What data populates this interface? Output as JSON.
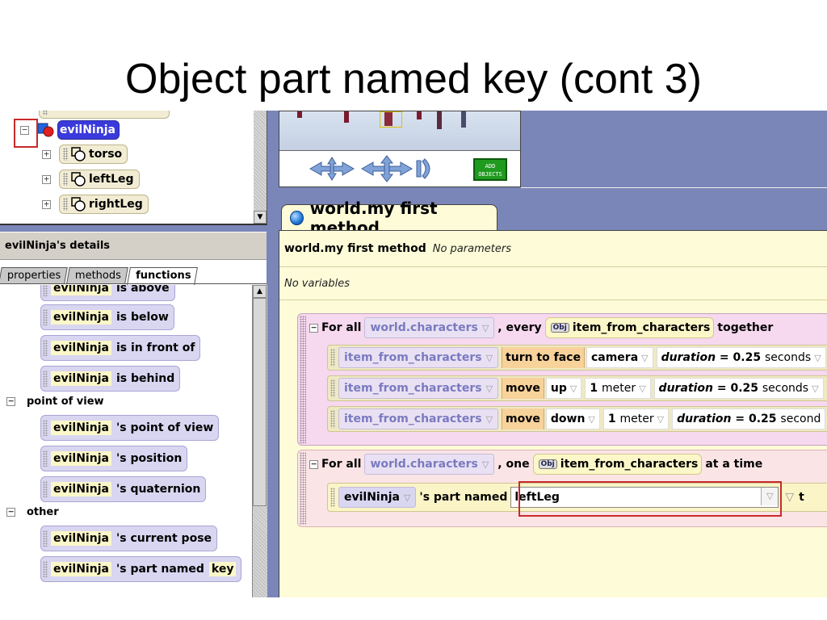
{
  "slide": {
    "title": "Object part named key (cont 3)"
  },
  "object_tree": {
    "items": [
      {
        "label": "evilNinja",
        "selected": true,
        "expander": "−"
      },
      {
        "label": "torso",
        "expander": "+"
      },
      {
        "label": "leftLeg",
        "expander": "+"
      },
      {
        "label": "rightLeg",
        "expander": "+"
      }
    ],
    "scroll_down": "▼"
  },
  "world_view": {
    "add_objects": "ADD OBJECTS"
  },
  "details": {
    "header": "evilNinja's details",
    "tabs": [
      {
        "label": "properties"
      },
      {
        "label": "methods"
      },
      {
        "label": "functions"
      }
    ],
    "active_tab": "functions",
    "scroll_up": "▲",
    "functions": [
      {
        "obj": "evilNinja",
        "label": "is above"
      },
      {
        "obj": "evilNinja",
        "label": "is below"
      },
      {
        "obj": "evilNinja",
        "label": "is in front of"
      },
      {
        "obj": "evilNinja",
        "label": "is behind"
      },
      {
        "obj": "evilNinja",
        "label": "'s point of view"
      },
      {
        "obj": "evilNinja",
        "label": "'s position"
      },
      {
        "obj": "evilNinja",
        "label": "'s quaternion"
      },
      {
        "obj": "evilNinja",
        "label": "'s current pose"
      },
      {
        "obj": "evilNinja",
        "label": "'s part named",
        "extra": "key"
      }
    ],
    "groups": [
      {
        "label": "point of view",
        "expander": "−"
      },
      {
        "label": "other",
        "expander": "−"
      }
    ]
  },
  "editor": {
    "tab_label": "world.my first method",
    "method_name": "world.my first method",
    "parameters_text": "No parameters",
    "variables_text": "No variables",
    "dd_arrow": "▽",
    "block1": {
      "for_all": "For all",
      "list": "world.characters",
      "mode": ", every",
      "obj_badge": "Obj",
      "item": "item_from_characters",
      "suffix": "together",
      "statements": [
        {
          "subject": "item_from_characters",
          "verb": "turn to face",
          "arg1": "camera",
          "duration_label": "duration",
          "duration_value": "= 0.25",
          "duration_unit": "seconds"
        },
        {
          "subject": "item_from_characters",
          "verb": "move",
          "arg1": "up",
          "amount": "1",
          "amount_unit": "meter",
          "duration_label": "duration",
          "duration_value": "= 0.25",
          "duration_unit": "seconds"
        },
        {
          "subject": "item_from_characters",
          "verb": "move",
          "arg1": "down",
          "amount": "1",
          "amount_unit": "meter",
          "duration_label": "duration",
          "duration_value": "= 0.25",
          "duration_unit": "second"
        }
      ]
    },
    "block2": {
      "for_all": "For all",
      "list": "world.characters",
      "mode": ", one",
      "obj_badge": "Obj",
      "item": "item_from_characters",
      "suffix": "at a time",
      "statement": {
        "subject": "evilNinja",
        "part_named": "'s part named",
        "part_value": "leftLeg",
        "tail": "t"
      }
    }
  },
  "colors": {
    "selection": "#3a3adc",
    "highlight_box": "#c82a2a",
    "add_objects": "#1f9a1f",
    "editor_bg": "#fdfbd8",
    "panel_bg": "#7b86b8"
  }
}
